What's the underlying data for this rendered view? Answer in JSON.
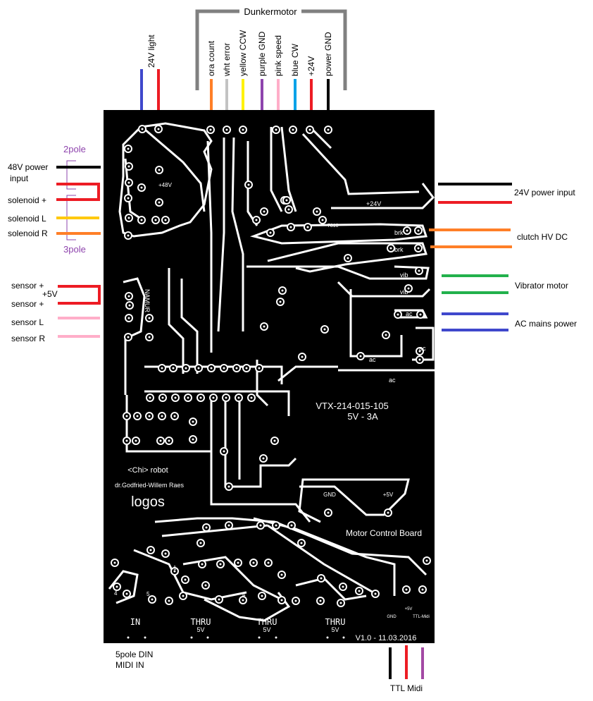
{
  "title": "Motor Control Board",
  "board": {
    "part_number": "VTX-214-015-105",
    "rating": "5V - 3A",
    "name": "Motor Control Board",
    "project": "<Chi> robot",
    "author": "dr.Godfried-Willem Raes",
    "logo": "logos",
    "version": "V1.0 - 11.03.2016",
    "pad_labels": {
      "v48": "+48V",
      "v24": "+24V",
      "reg": "7810",
      "brk1": "brk",
      "brk2": "brk",
      "vib1": "vib",
      "vib2": "vib",
      "ac1": "ac",
      "ac2": "ac",
      "ac3": "ac",
      "ac4": "ac",
      "namur": "NAMUR",
      "gnd": "GND",
      "p5v": "+5V",
      "ttl_gnd": "GND",
      "ttl_5v": "+5V",
      "ttl_midi": "TTL-Midi",
      "pin4a": "4",
      "pin5": "5",
      "pin1": "1",
      "pin4b": "4"
    },
    "din_labels": [
      {
        "name": "IN",
        "sub": ""
      },
      {
        "name": "THRU",
        "sub": "5V"
      },
      {
        "name": "THRU",
        "sub": "5V"
      },
      {
        "name": "THRU",
        "sub": "5V"
      }
    ]
  },
  "dunkermotor": {
    "title": "Dunkermotor",
    "wires": [
      {
        "label": "ora count",
        "color": "#ff7f27"
      },
      {
        "label": "wht error",
        "color": "#c3c3c3"
      },
      {
        "label": "yellow CCW",
        "color": "#fff200"
      },
      {
        "label": "purple GND",
        "color": "#8e44ad"
      },
      {
        "label": "pink speed",
        "color": "#ffaec9"
      },
      {
        "label": "blue CW",
        "color": "#00a2e8"
      },
      {
        "label": "+24V",
        "color": "#ed1c24"
      },
      {
        "label": "power GND",
        "color": "#000000"
      }
    ]
  },
  "light": {
    "label": "24V light",
    "colors": [
      "#3f48cc",
      "#ed1c24"
    ]
  },
  "left_connections": {
    "pole_2": "2pole",
    "pole_3": "3pole",
    "power_48v": {
      "line1": "48V power",
      "line2": "input"
    },
    "solenoid_plus": "solenoid +",
    "solenoid_l": "solenoid L",
    "solenoid_r": "solenoid R",
    "sensor_plus_1": "sensor +",
    "sensor_5v": "+5V",
    "sensor_plus_2": "sensor +",
    "sensor_l": "sensor L",
    "sensor_r": "sensor R",
    "colors": {
      "black": "#000000",
      "red": "#ed1c24",
      "yellow": "#ffc90e",
      "orange": "#ff7f27",
      "pink": "#ffaec9"
    }
  },
  "right_connections": {
    "power_24v": "24V power input",
    "clutch": "clutch HV DC",
    "vibrator": "Vibrator motor",
    "ac_mains": "AC mains power",
    "colors": {
      "black": "#000000",
      "red": "#ed1c24",
      "orange": "#ff7f27",
      "green": "#22b14c",
      "blue": "#3f48cc"
    }
  },
  "bottom_connections": {
    "din_line1": "5pole DIN",
    "din_line2": "MIDI IN",
    "ttl_label": "TTL Midi",
    "ttl_colors": [
      "#000000",
      "#ed1c24",
      "#a349a4"
    ]
  }
}
